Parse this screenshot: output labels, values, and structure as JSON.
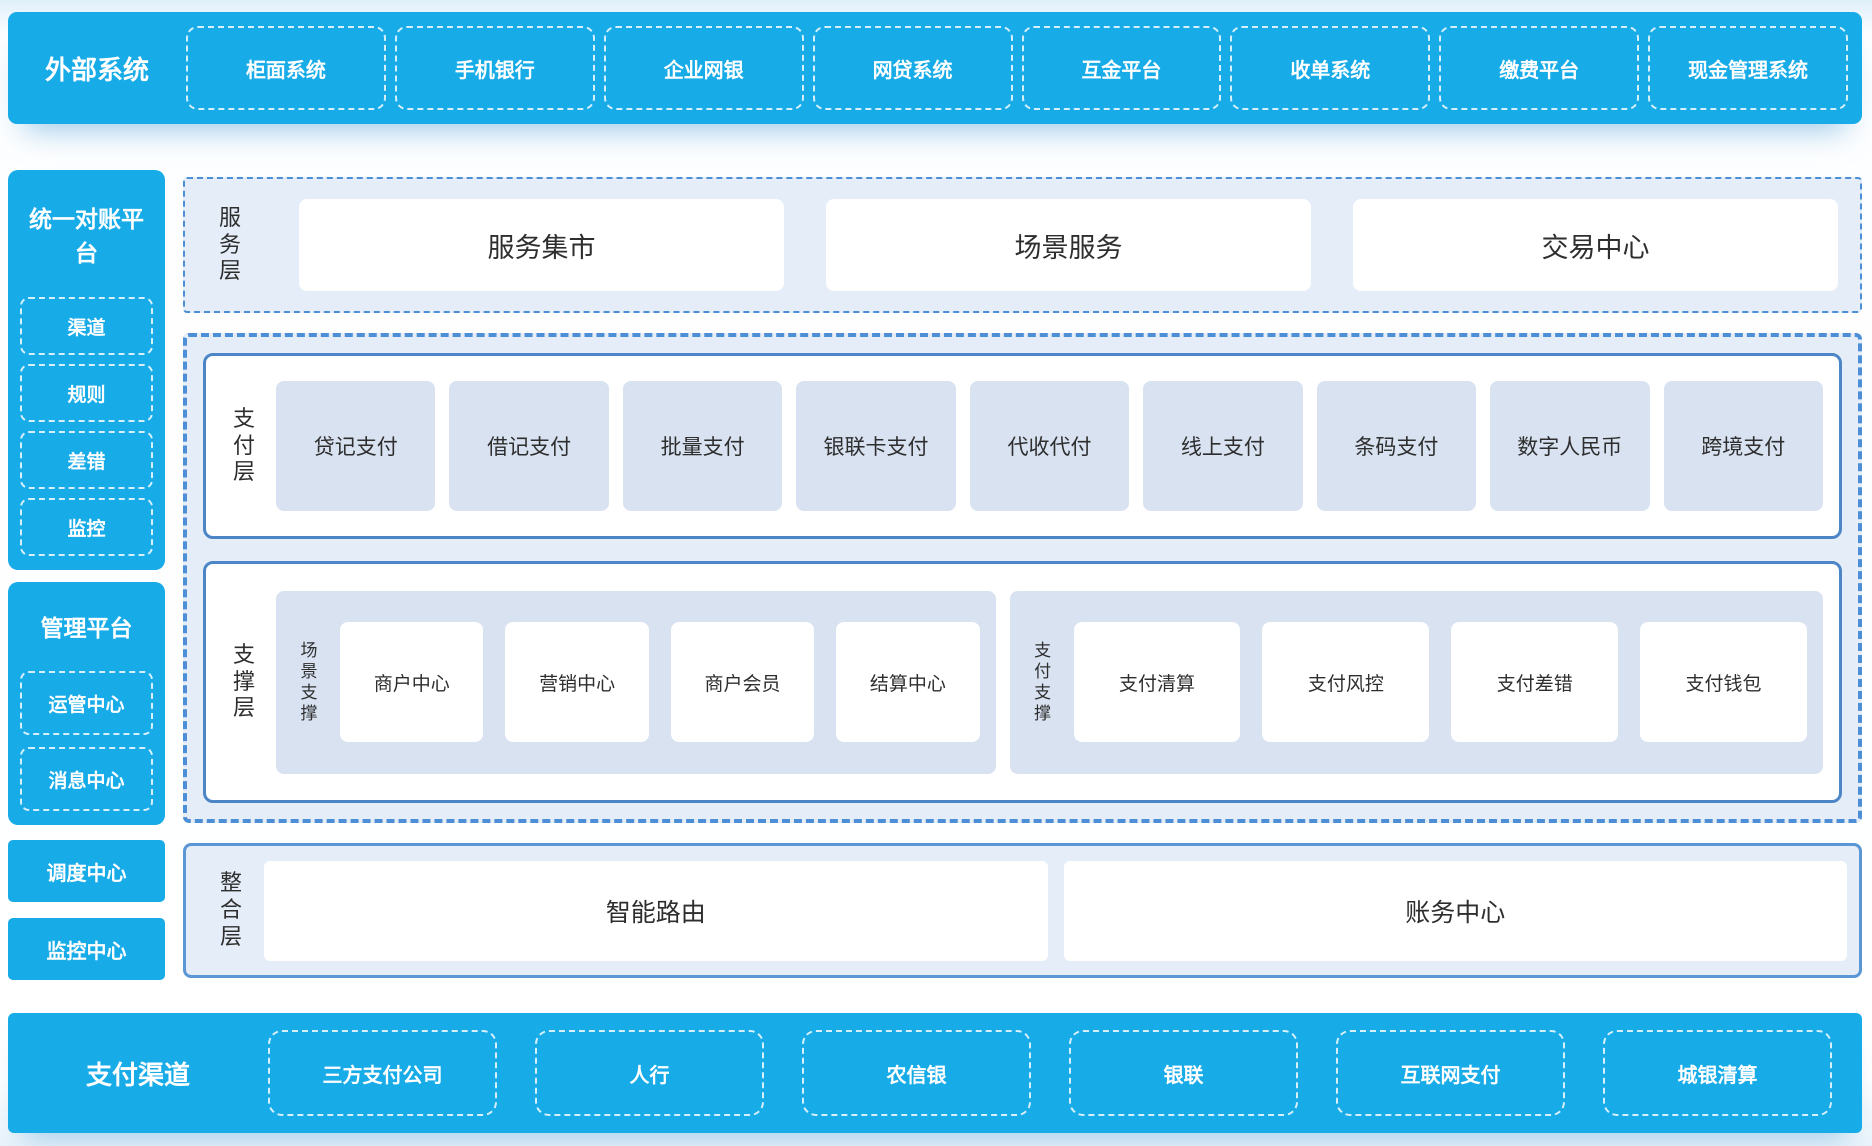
{
  "colors": {
    "primary_blue": "#17ABE8",
    "panel_light_blue": "#E4EDF8",
    "item_light_blue": "#D8E2F1",
    "solid_border_blue": "#4C86C6",
    "dashed_border_blue": "#4D8FD6",
    "text_dark": "#2E2E2E",
    "text_on_blue": "#FFFFFF"
  },
  "top_bar": {
    "label": "外部系统",
    "items": [
      "柜面系统",
      "手机银行",
      "企业网银",
      "网贷系统",
      "互金平台",
      "收单系统",
      "缴费平台",
      "现金管理系统"
    ]
  },
  "sidebar": {
    "reconciliation": {
      "title": "统一对账平台",
      "items": [
        "渠道",
        "规则",
        "差错",
        "监控"
      ]
    },
    "management": {
      "title": "管理平台",
      "items": [
        "运管中心",
        "消息中心"
      ]
    },
    "dispatch_center": "调度中心",
    "monitoring_center": "监控中心"
  },
  "service_layer": {
    "label": "服务层",
    "items": [
      "服务集市",
      "场景服务",
      "交易中心"
    ]
  },
  "payment_layer": {
    "label": "支付层",
    "items": [
      "贷记支付",
      "借记支付",
      "批量支付",
      "银联卡支付",
      "代收代付",
      "线上支付",
      "条码支付",
      "数字人民币",
      "跨境支付"
    ]
  },
  "support_layer": {
    "label": "支撑层",
    "groups": [
      {
        "label": "场景支撑",
        "items": [
          "商户中心",
          "营销中心",
          "商户会员",
          "结算中心"
        ]
      },
      {
        "label": "支付支撑",
        "items": [
          "支付清算",
          "支付风控",
          "支付差错",
          "支付钱包"
        ]
      }
    ]
  },
  "integration_layer": {
    "label": "整合层",
    "items": [
      "智能路由",
      "账务中心"
    ]
  },
  "bottom_bar": {
    "label": "支付渠道",
    "items": [
      "三方支付公司",
      "人行",
      "农信银",
      "银联",
      "互联网支付",
      "城银清算"
    ]
  }
}
